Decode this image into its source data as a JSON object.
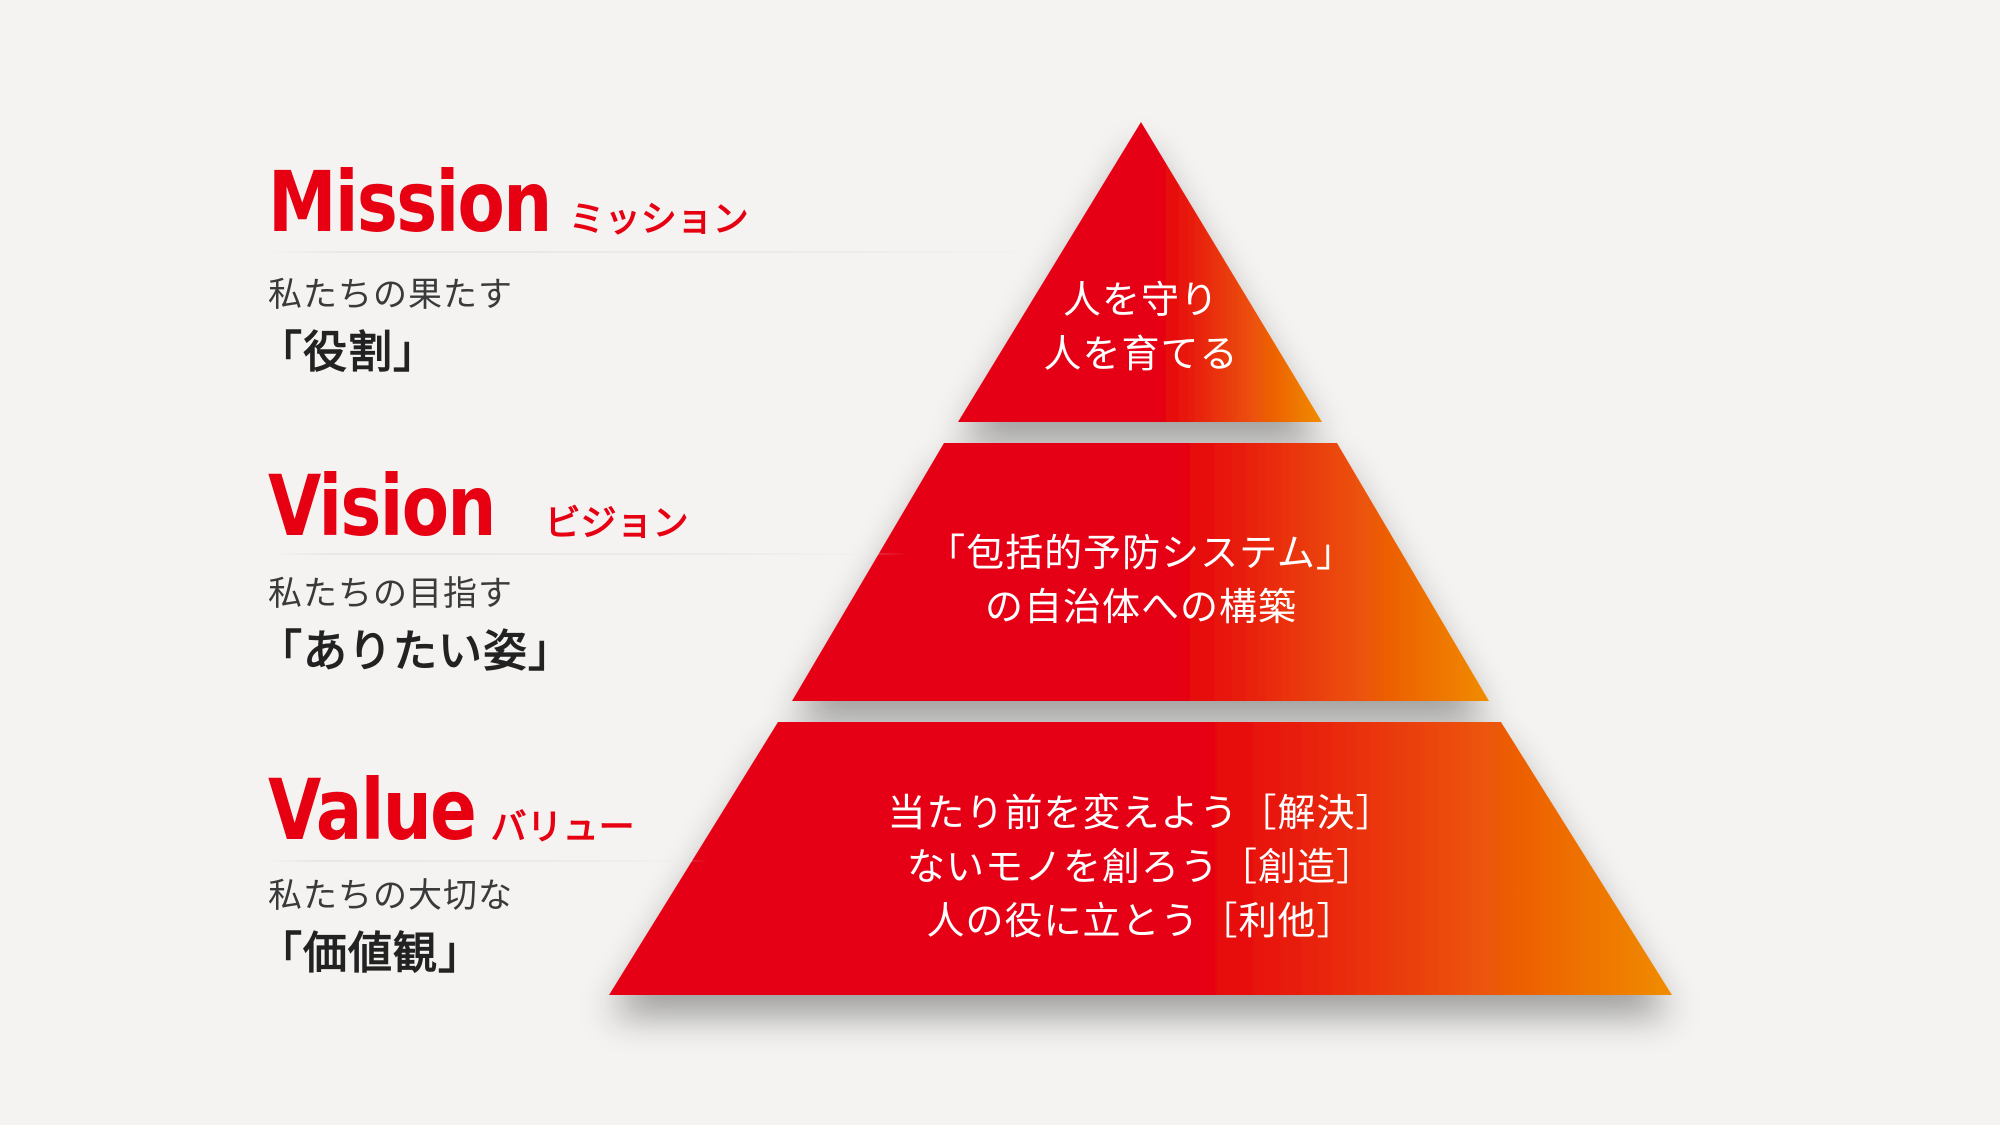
{
  "colors": {
    "accent": "#e60012",
    "gradient_start": "#e60012",
    "gradient_end": "#f08c00",
    "background": "#f4f3f1",
    "text_dark": "#222222"
  },
  "levels": [
    {
      "en": "Mission",
      "kana": "ミッション",
      "sub": "私たちの果たす",
      "main": "「役割」",
      "pyramid_lines": [
        "人を守り",
        "人を育てる"
      ]
    },
    {
      "en": "Vision",
      "kana": "ビジョン",
      "sub": "私たちの目指す",
      "main": "「ありたい姿」",
      "pyramid_lines": [
        "「包括的予防システム」",
        "の自治体への構築"
      ]
    },
    {
      "en": "Value",
      "kana": "バリュー",
      "sub": "私たちの大切な",
      "main": "「価値観」",
      "pyramid_lines": [
        "当たり前を変えよう［解決］",
        "ないモノを創ろう［創造］",
        "人の役に立とう［利他］"
      ]
    }
  ]
}
